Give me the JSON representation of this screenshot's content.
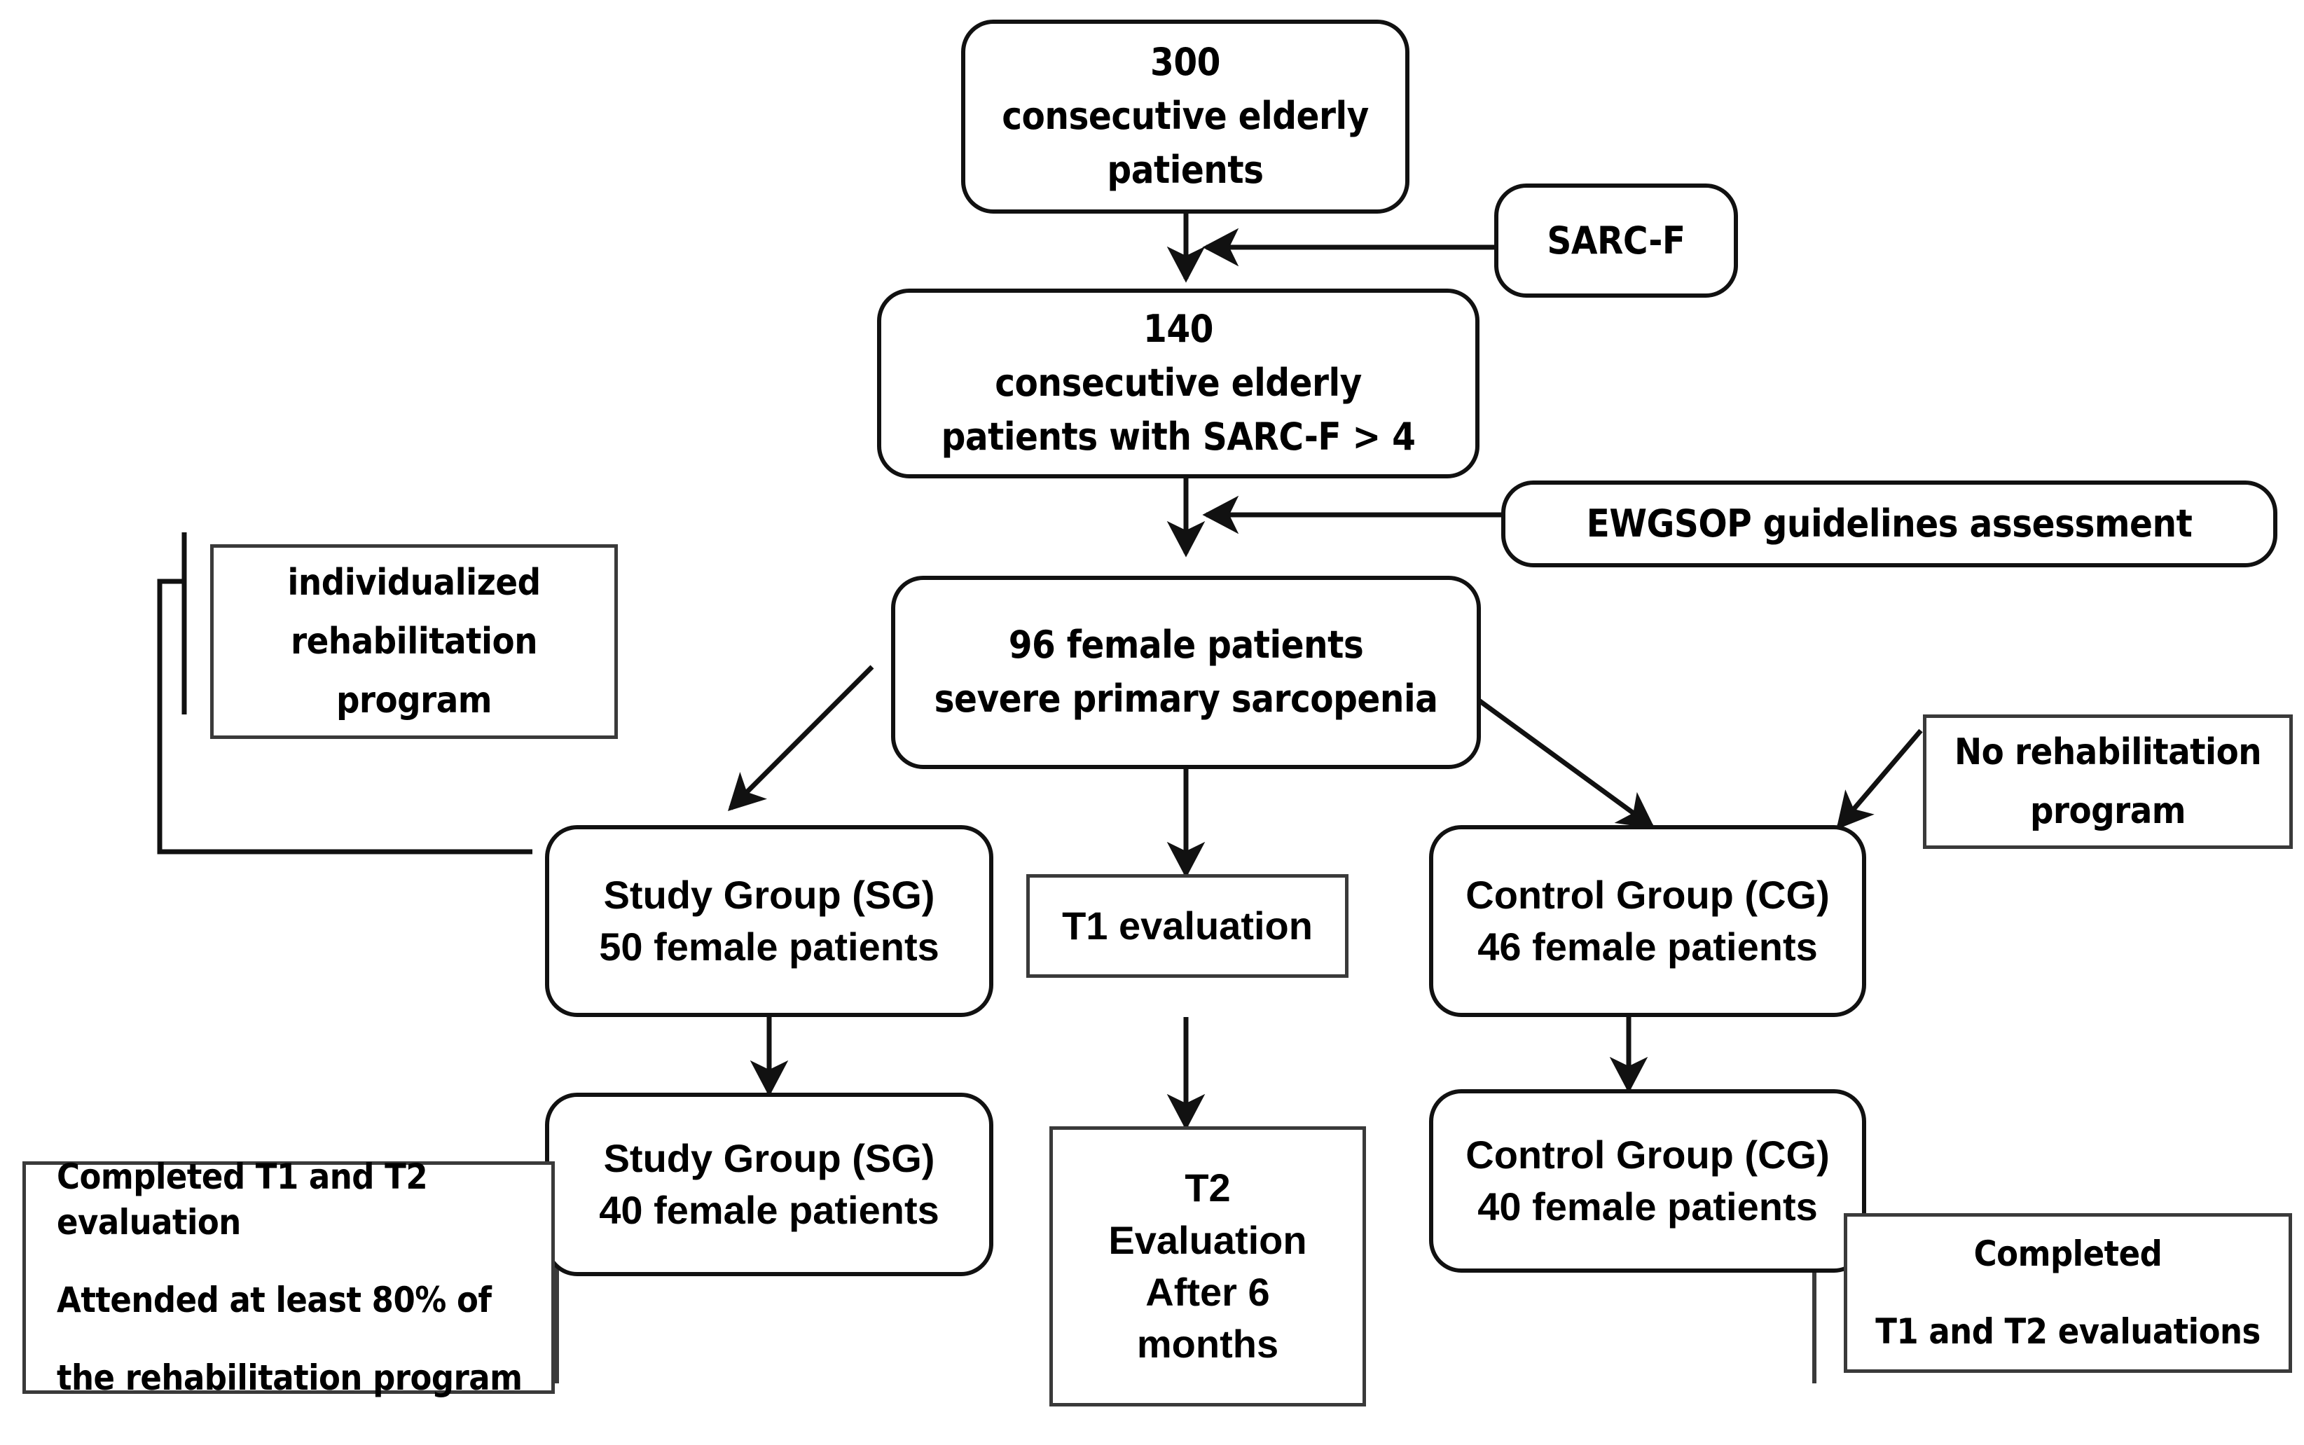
{
  "figure": {
    "type": "flowchart",
    "title": "Study enrollment and group allocation flow",
    "background_color": "#ffffff",
    "line_color": "#111111"
  },
  "nodes": {
    "screened": {
      "shape": "rounded-rect",
      "lines": [
        "300",
        "consecutive elderly",
        "patients"
      ]
    },
    "sarcf_tool": {
      "shape": "rounded-rect",
      "lines": [
        "SARC-F"
      ]
    },
    "eligible": {
      "shape": "rounded-rect",
      "lines": [
        "140",
        "consecutive elderly",
        "patients  with SARC-F > 4"
      ]
    },
    "ewgsop_tool": {
      "shape": "rounded-rect",
      "lines": [
        "EWGSOP   guidelines assessment"
      ]
    },
    "rehab_program": {
      "shape": "rect",
      "lines": [
        "individualized",
        "rehabilitation",
        "program"
      ]
    },
    "sarcopenia": {
      "shape": "rounded-rect",
      "lines": [
        "96 female patients",
        "severe primary sarcopenia"
      ]
    },
    "no_rehab": {
      "shape": "rect",
      "lines": [
        "No rehabilitation",
        "program"
      ]
    },
    "study_group_50": {
      "shape": "rounded-rect",
      "lines": [
        "Study Group (SG)",
        "50 female patients"
      ]
    },
    "t1_eval": {
      "shape": "rect",
      "lines": [
        "T1 evaluation"
      ]
    },
    "control_group_46": {
      "shape": "rounded-rect",
      "lines": [
        "Control Group (CG)",
        "46 female patients"
      ]
    },
    "study_group_40": {
      "shape": "rounded-rect",
      "lines": [
        "Study Group (SG)",
        "40 female patients"
      ]
    },
    "t2_eval": {
      "shape": "rect",
      "lines": [
        "T2",
        "Evaluation",
        "After 6",
        "months"
      ]
    },
    "control_group_40": {
      "shape": "rounded-rect",
      "lines": [
        "Control Group (CG)",
        "40 female patients"
      ]
    },
    "sg_criteria": {
      "shape": "rect",
      "lines": [
        "Completed T1 and T2",
        "evaluation",
        "Attended at least 80% of",
        "the rehabilitation program"
      ]
    },
    "cg_criteria": {
      "shape": "rect",
      "lines": [
        "Completed",
        "T1 and T2 evaluations"
      ]
    }
  },
  "edges": [
    {
      "from": "screened",
      "to": "eligible",
      "kind": "arrow-down"
    },
    {
      "from": "sarcf_tool",
      "to": "screened-to-eligible",
      "kind": "arrow-left"
    },
    {
      "from": "eligible",
      "to": "sarcopenia",
      "kind": "arrow-down"
    },
    {
      "from": "ewgsop_tool",
      "to": "eligible-to-sarcopenia",
      "kind": "arrow-left"
    },
    {
      "from": "sarcopenia",
      "to": "study_group_50",
      "kind": "arrow-diagonal-left"
    },
    {
      "from": "sarcopenia",
      "to": "t1_eval",
      "kind": "arrow-down"
    },
    {
      "from": "sarcopenia",
      "to": "control_group_46",
      "kind": "arrow-diagonal-right"
    },
    {
      "from": "no_rehab",
      "to": "control_group_46",
      "kind": "arrow-diagonal-left"
    },
    {
      "from": "rehab_program",
      "to": "study_group_50",
      "kind": "bracket-elbow"
    },
    {
      "from": "study_group_50",
      "to": "study_group_40",
      "kind": "arrow-down"
    },
    {
      "from": "t1_eval",
      "to": "t2_eval",
      "kind": "arrow-down"
    },
    {
      "from": "control_group_46",
      "to": "control_group_40",
      "kind": "arrow-down"
    },
    {
      "from": "study_group_40",
      "to": "sg_criteria",
      "kind": "elbow"
    },
    {
      "from": "control_group_40",
      "to": "cg_criteria",
      "kind": "elbow"
    }
  ]
}
